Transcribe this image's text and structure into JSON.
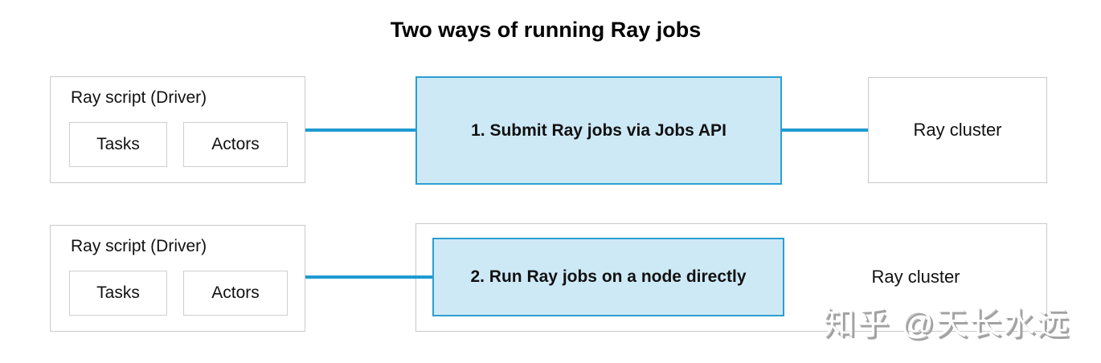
{
  "title": "Two ways of running Ray jobs",
  "watermark": "知乎 @天长水远",
  "colors": {
    "connector_blue": "#1f9ad2",
    "method_box_fill": "#cee9f6",
    "method_box_border": "#2b9fd1",
    "box_border_gray": "#c9c9c9"
  },
  "rows": [
    {
      "driver": {
        "label": "Ray script (Driver)",
        "tasks": "Tasks",
        "actors": "Actors"
      },
      "method": "1. Submit Ray jobs via Jobs API",
      "cluster": "Ray cluster"
    },
    {
      "driver": {
        "label": "Ray script (Driver)",
        "tasks": "Tasks",
        "actors": "Actors"
      },
      "method": "2. Run Ray jobs on a node directly",
      "cluster": "Ray cluster"
    }
  ]
}
